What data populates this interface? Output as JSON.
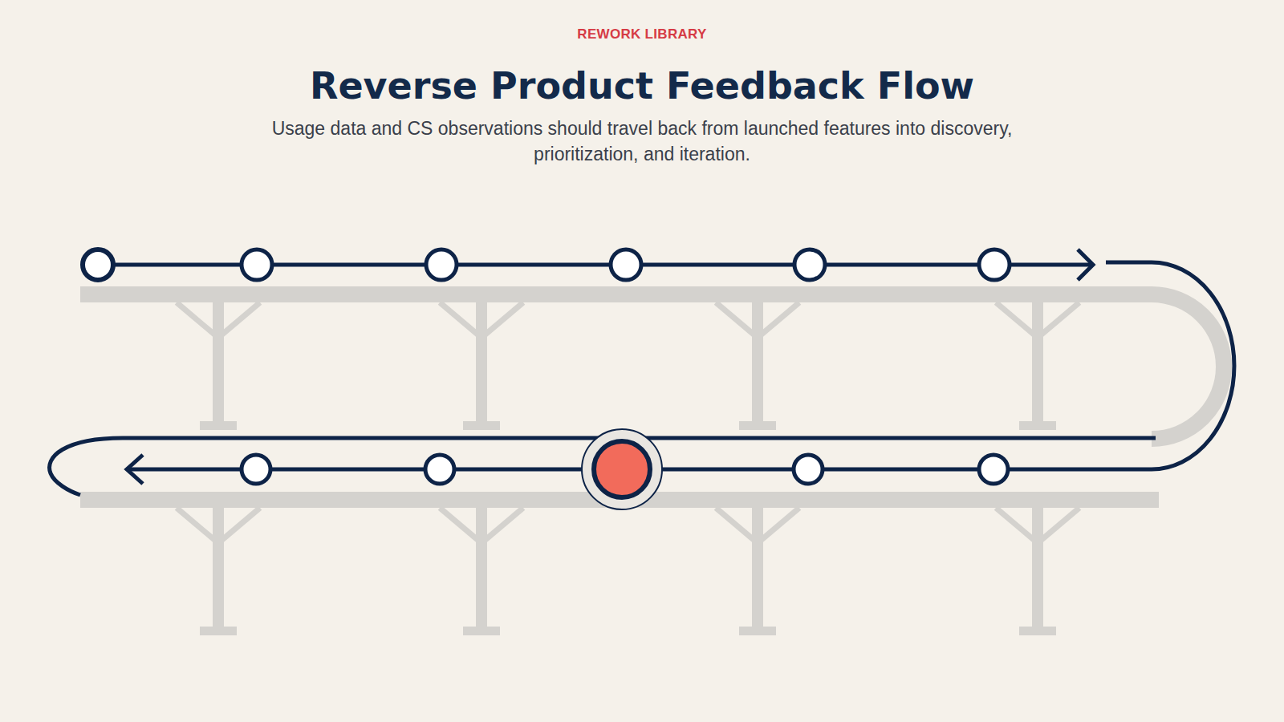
{
  "diagram": {
    "title": "Reverse Product Feedback Flow",
    "caption": "Usage data and CS observations should travel back from launched features into discovery, prioritization, and iteration.",
    "labels": [
      "REWORK LIBRARY"
    ]
  }
}
